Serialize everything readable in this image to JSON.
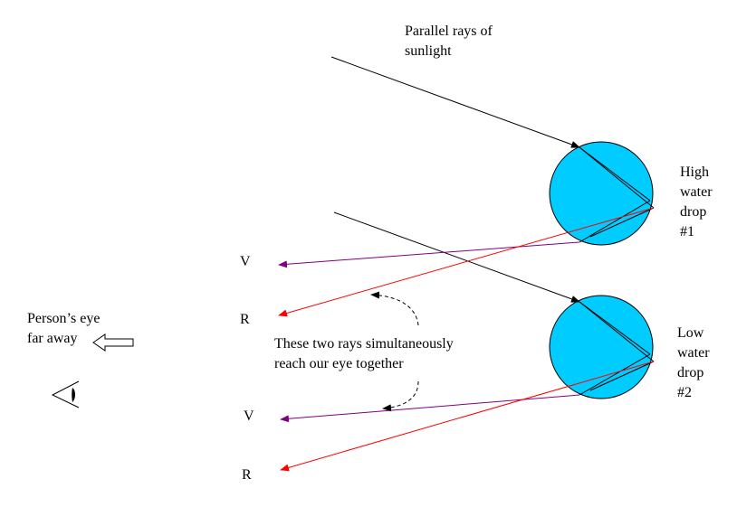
{
  "labels": {
    "sunlight_line1": "Parallel rays of",
    "sunlight_line2": "sunlight",
    "high_line1": "High",
    "high_line2": "water",
    "high_line3": "drop",
    "high_line4": "#1",
    "low_line1": "Low",
    "low_line2": "water",
    "low_line3": "drop",
    "low_line4": "#2",
    "eye_line1": "Person’s eye",
    "eye_line2": "far away",
    "note_line1": "These two rays simultaneously",
    "note_line2": "reach our eye together",
    "v_top": "V",
    "r_top": "R",
    "v_bottom": "V",
    "r_bottom": "R"
  },
  "colors": {
    "drop_fill": "#00ccff",
    "violet_ray": "#800080",
    "red_ray": "#ff0000",
    "sun_ray": "#000000"
  }
}
